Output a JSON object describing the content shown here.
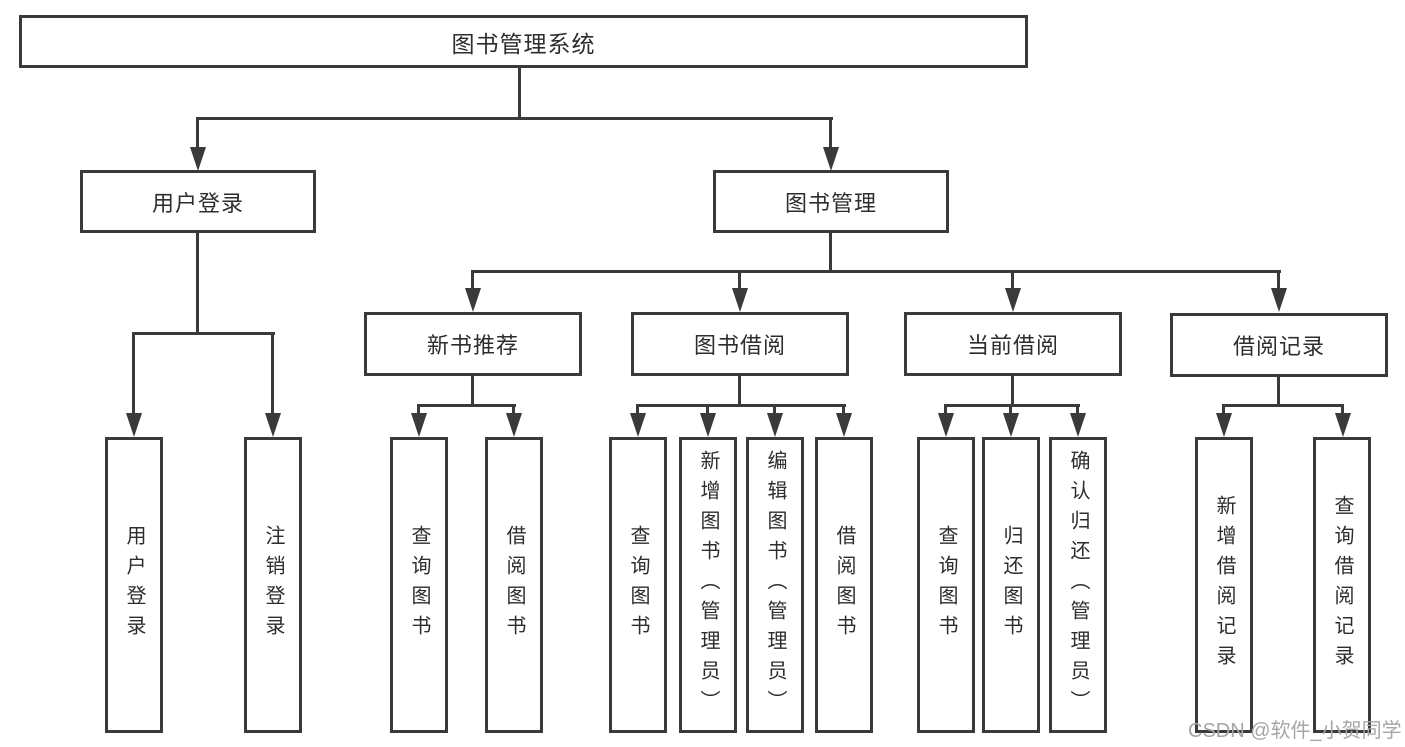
{
  "colors": {
    "background": "#ffffff",
    "line": "#3a3a3a",
    "node_text": "#2d2d2d",
    "watermark_text": "#a6a6a6"
  },
  "tree": {
    "root": {
      "label": "图书管理系统"
    },
    "branches": [
      {
        "label": "用户登录",
        "children": [
          {
            "label": "用户登录"
          },
          {
            "label": "注销登录"
          }
        ]
      },
      {
        "label": "图书管理",
        "groups": [
          {
            "label": "新书推荐",
            "children": [
              {
                "label": "查询图书"
              },
              {
                "label": "借阅图书"
              }
            ]
          },
          {
            "label": "图书借阅",
            "children": [
              {
                "label": "查询图书"
              },
              {
                "label": "新增图书（管理员）"
              },
              {
                "label": "编辑图书（管理员）"
              },
              {
                "label": "借阅图书"
              }
            ]
          },
          {
            "label": "当前借阅",
            "children": [
              {
                "label": "查询图书"
              },
              {
                "label": "归还图书"
              },
              {
                "label": "确认归还（管理员）"
              }
            ]
          },
          {
            "label": "借阅记录",
            "children": [
              {
                "label": "新增借阅记录"
              },
              {
                "label": "查询借阅记录"
              }
            ]
          }
        ]
      }
    ]
  },
  "watermark": {
    "text": "CSDN @软件_小贺同学"
  }
}
